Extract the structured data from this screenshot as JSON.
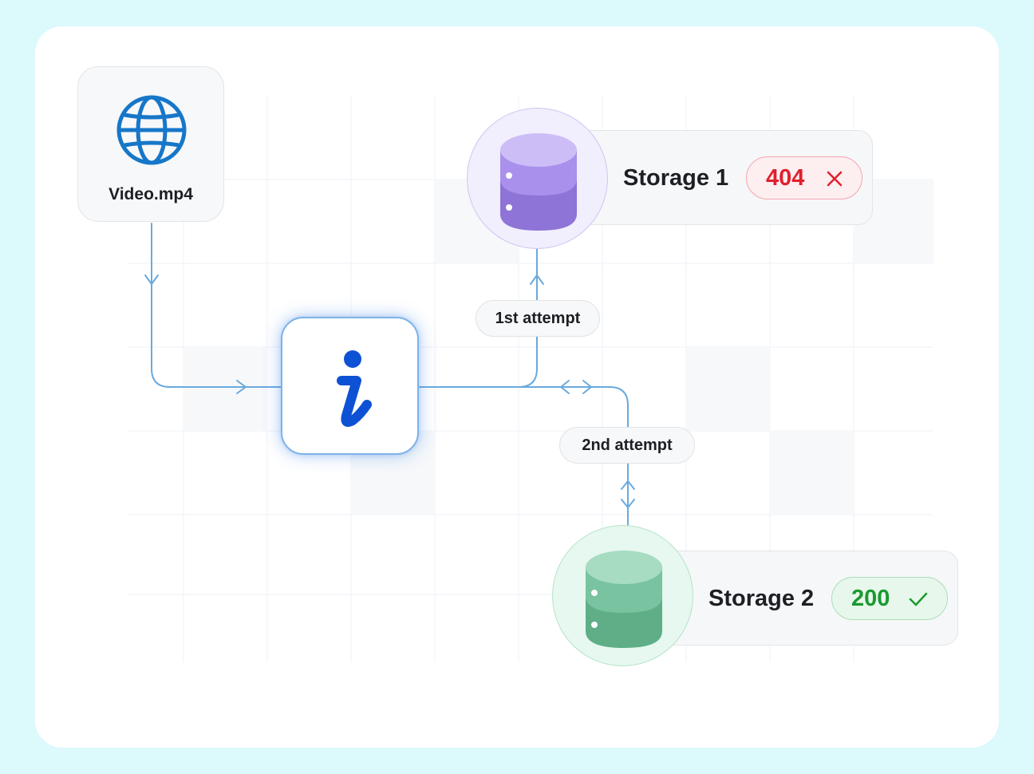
{
  "source": {
    "label": "Video.mp4",
    "icon": "globe-icon"
  },
  "processor": {
    "icon": "info-icon"
  },
  "attempts": [
    {
      "label": "1st attempt"
    },
    {
      "label": "2nd attempt"
    }
  ],
  "storages": [
    {
      "name": "Storage 1",
      "status_code": "404",
      "status_icon": "cross-icon",
      "result": "error"
    },
    {
      "name": "Storage 2",
      "status_code": "200",
      "status_icon": "check-icon",
      "result": "success"
    }
  ],
  "colors": {
    "page_background": "#dcf9fc",
    "connector": "#6aa9de",
    "info_accent": "#0d52d4",
    "globe": "#1677c9",
    "storage1_cylinder": "#a990ec",
    "storage2_cylinder": "#79c3a0",
    "error": "#e0202e",
    "success": "#1a9a30"
  }
}
